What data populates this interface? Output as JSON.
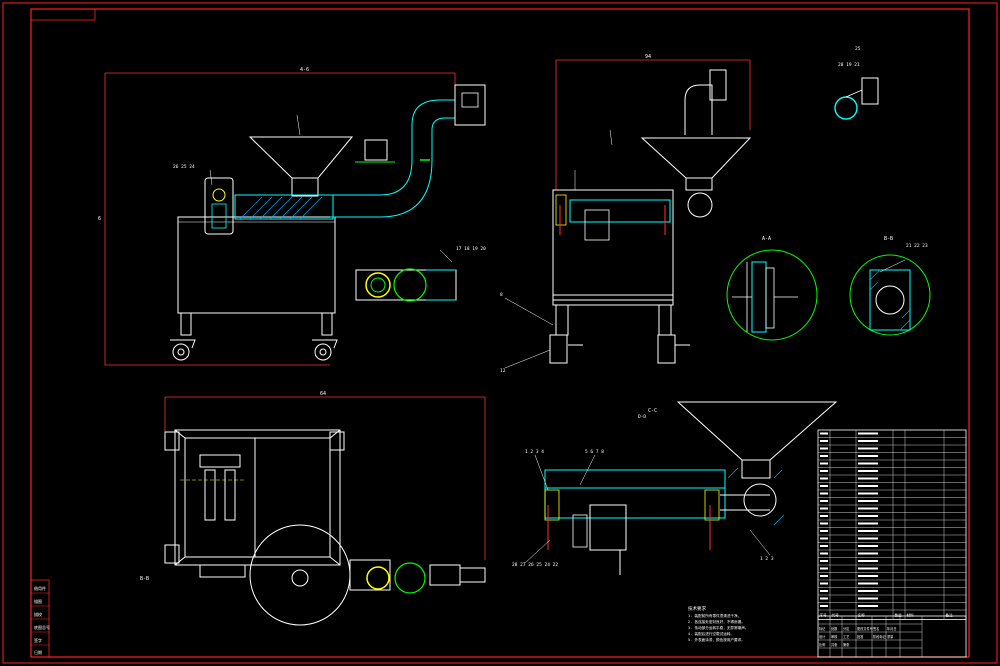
{
  "drawing": {
    "background": "#000000",
    "colors": {
      "frame": "#ff2020",
      "outline": "#ffffff",
      "dimension": "#ff3030",
      "section": "#00ffff",
      "circle": "#00ff00",
      "accent": "#ffff00",
      "hatch": "#00b4ff"
    },
    "dimension_labels": {
      "side_width": "4-6",
      "side_height": "6",
      "front_width": "94",
      "top_width": "64",
      "front_leader_a": "8",
      "front_leader_b": "12",
      "detail_a": "A-A",
      "detail_b": "B-B",
      "section_c": "C-C",
      "section_d": "D-D",
      "bottom_view": "B-B"
    },
    "callouts": {
      "c1": "26 25 24",
      "c2": "17 18 19 20",
      "c3": "21 22 23",
      "c4": "1 2 3 4",
      "c5": "5 6 7 8",
      "c6": "28 27 26 25 24 22",
      "c7": "1 2 3",
      "c8": "20 19 21",
      "c9": "25"
    },
    "notes_title": "技术要求",
    "notes": [
      "1. 装配前所有零件须清洗干净。",
      "2. 各连接处密封良好，不得渗漏。",
      "3. 传动部分运转平稳，无异常噪声。",
      "4. 装配后进行空载试运转。",
      "5. 外表面涂漆，颜色按用户要求。"
    ],
    "parts_table": {
      "header": [
        "序号",
        "代号",
        "名称",
        "数量",
        "材料",
        "备注"
      ],
      "rows": 24
    },
    "title_block": {
      "cells": [
        "标记",
        "处数",
        "分区",
        "更改文件号",
        "签名",
        "年月日",
        "设计",
        "审核",
        "工艺",
        "批准",
        "阶段标记",
        "重量",
        "比例",
        "共张",
        "第张"
      ]
    },
    "left_strip": [
      "借用件",
      "描图",
      "描校",
      "底图总号",
      "签字",
      "日期"
    ]
  }
}
